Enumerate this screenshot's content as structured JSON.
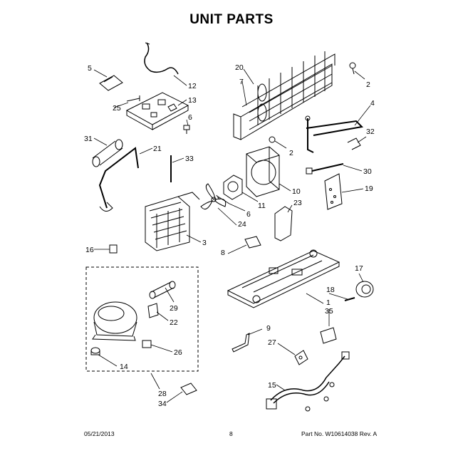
{
  "title": "UNIT PARTS",
  "callouts": [
    "5",
    "12",
    "13",
    "25",
    "6",
    "31",
    "21",
    "33",
    "20",
    "7",
    "2",
    "4",
    "32",
    "2",
    "30",
    "10",
    "19",
    "11",
    "6",
    "23",
    "24",
    "3",
    "8",
    "16",
    "17",
    "18",
    "1",
    "35",
    "29",
    "22",
    "26",
    "14",
    "9",
    "27",
    "15",
    "28",
    "34"
  ],
  "footer": {
    "date": "05/21/2013",
    "page": "8",
    "part_number": "Part No. W10614038 Rev. A"
  }
}
